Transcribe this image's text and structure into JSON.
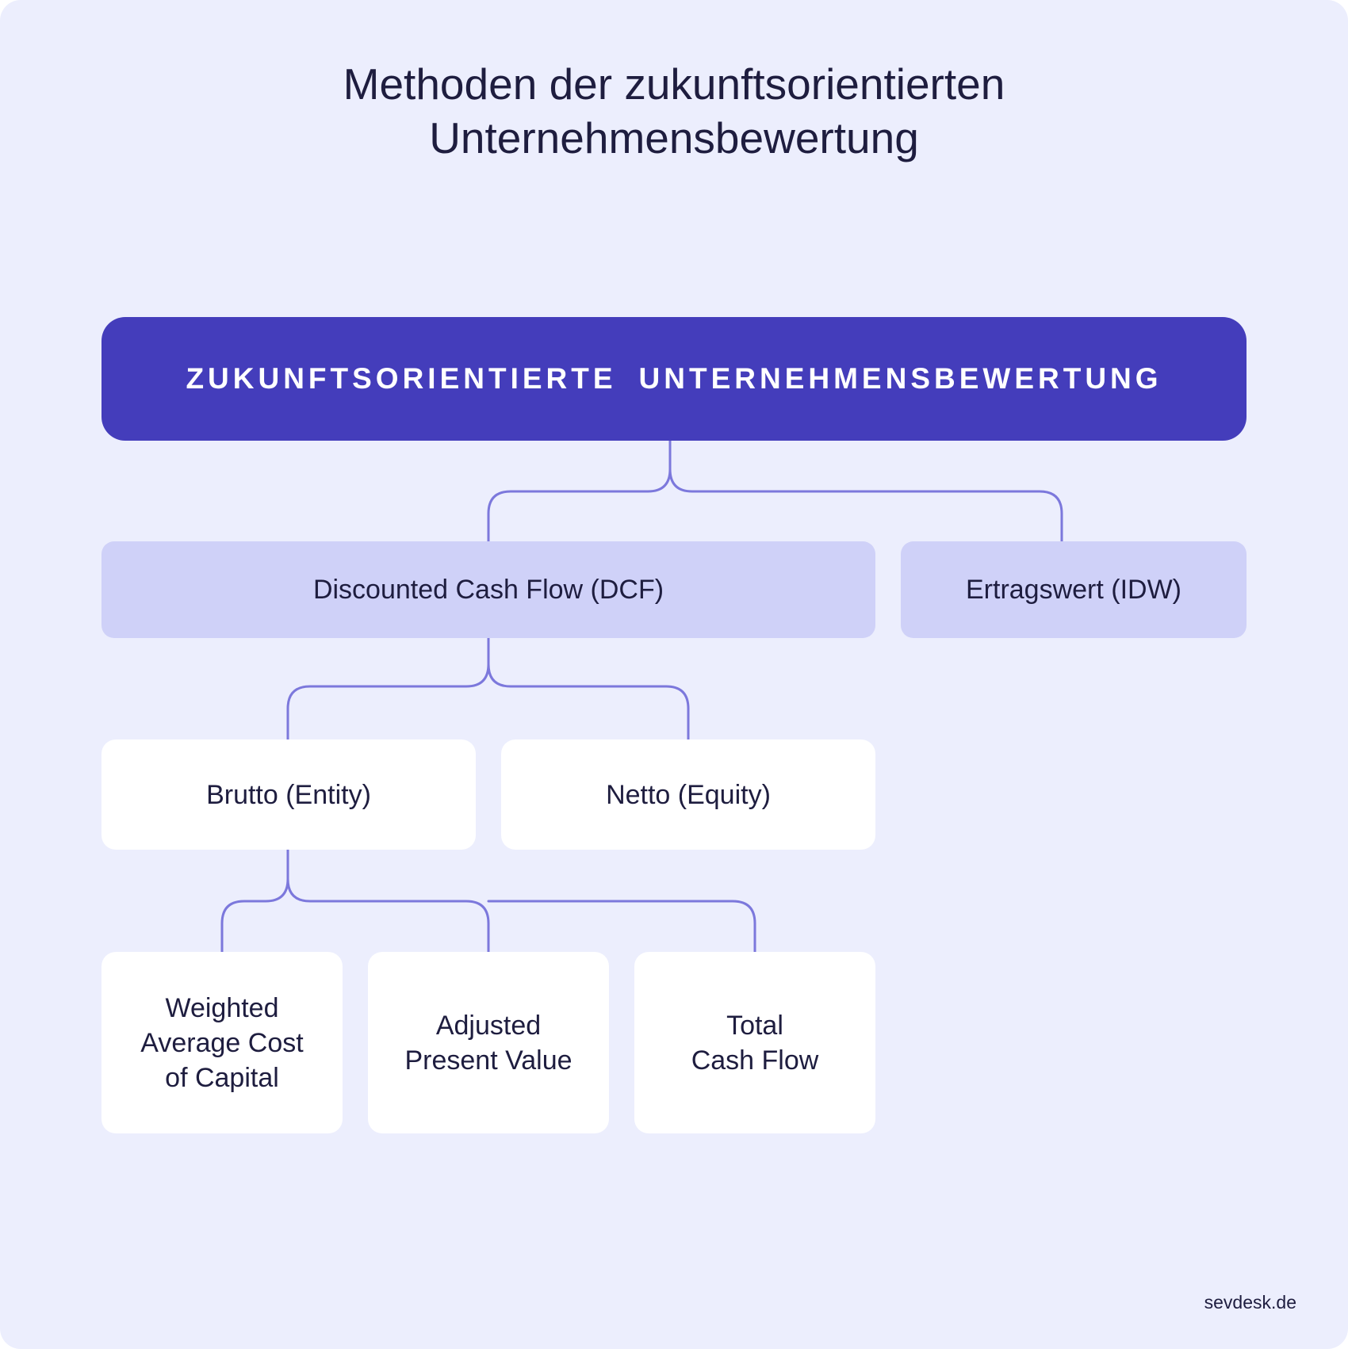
{
  "title": {
    "line1": "Methoden der zukunftsorientierten",
    "line2": "Unternehmensbewertung"
  },
  "root": {
    "word1": "ZUKUNFTSORIENTIERTE",
    "word2": "UNTERNEHMENSBEWERTUNG"
  },
  "level1": {
    "dcf": "Discounted Cash Flow (DCF)",
    "idw": "Ertragswert (IDW)"
  },
  "level2": {
    "brutto": "Brutto (Entity)",
    "netto": "Netto (Equity)"
  },
  "level3": [
    {
      "lines": [
        "Weighted",
        "Average Cost",
        "of Capital"
      ]
    },
    {
      "lines": [
        "Adjusted",
        "Present Value"
      ]
    },
    {
      "lines": [
        "Total",
        "Cash Flow"
      ]
    }
  ],
  "footer": "sevdesk.de",
  "colors": {
    "background": "#eceefd",
    "root_fill": "#443dbb",
    "level1_fill": "#cfd1f8",
    "card_fill": "#ffffff",
    "connector": "#7c78dc",
    "text": "#1e1d3f"
  }
}
